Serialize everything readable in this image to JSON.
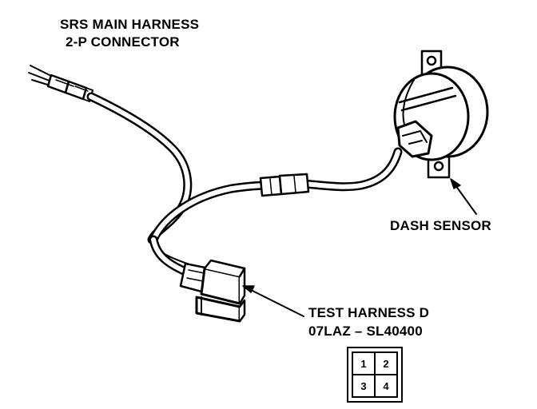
{
  "labels": {
    "srs_line1": "SRS MAIN HARNESS",
    "srs_line2": "2-P CONNECTOR",
    "dash_sensor": "DASH SENSOR",
    "test_line1": "TEST HARNESS D",
    "test_line2": "07LAZ – SL40400"
  },
  "pin_grid": {
    "pins": [
      "1",
      "2",
      "3",
      "4"
    ]
  },
  "colors": {
    "ink": "#000000",
    "paper": "#ffffff"
  }
}
